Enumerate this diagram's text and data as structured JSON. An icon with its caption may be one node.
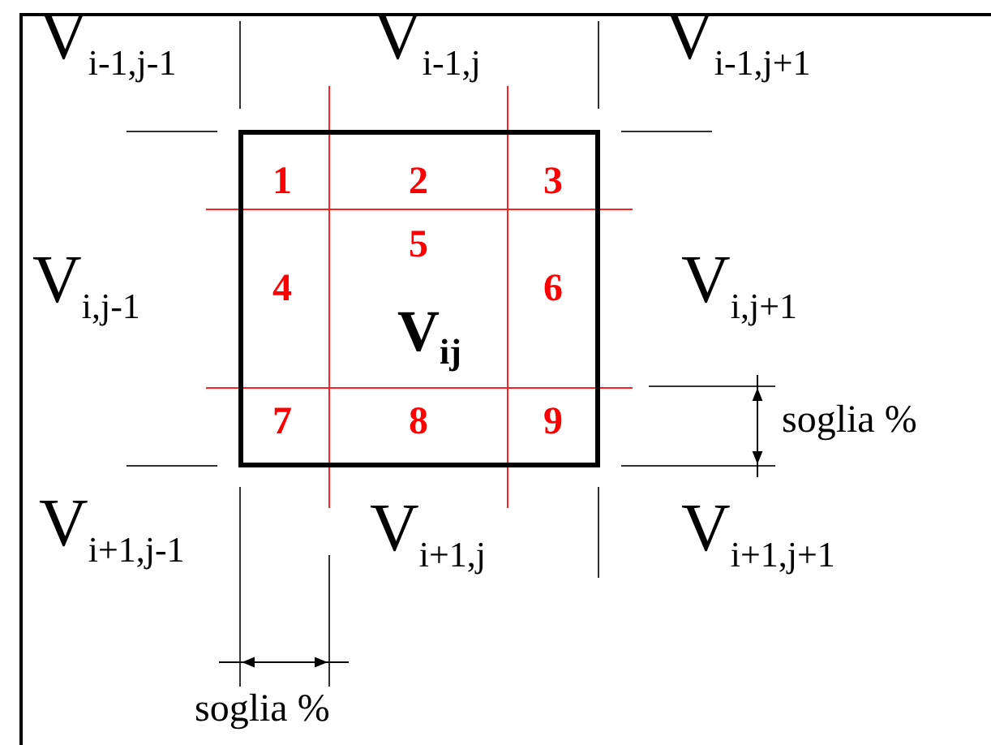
{
  "diagram": {
    "nodes": [
      {
        "text": [
          "V$_{ij}$"
        ]
      }
    ],
    "labels": [
      "V$_{i-1,j-1}$",
      "V$_{i-1,j}$",
      "V$_{i-1,j+1}$",
      "1",
      "2",
      "3",
      "5",
      "4",
      "6",
      "V$_{i,j-1}$",
      "V$_{i,j+1}$",
      "7",
      "8",
      "9",
      "soglia %",
      "V$_{i+1,j-1}$",
      "V$_{i+1,j}$",
      "V$_{i+1,j+1}$",
      "soglia %"
    ]
  }
}
